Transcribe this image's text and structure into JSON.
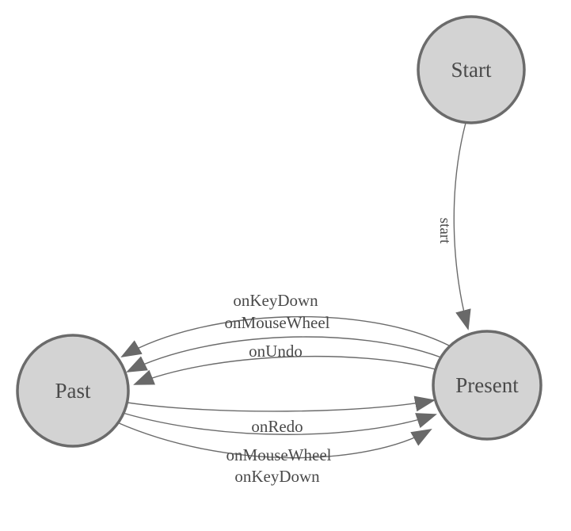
{
  "diagram": {
    "type": "state-diagram",
    "nodes": [
      {
        "id": "start",
        "label": "Start"
      },
      {
        "id": "present",
        "label": "Present"
      },
      {
        "id": "past",
        "label": "Past"
      }
    ],
    "edges": [
      {
        "from": "start",
        "to": "present",
        "label": "start"
      },
      {
        "from": "present",
        "to": "past",
        "label": "onKeyDown"
      },
      {
        "from": "present",
        "to": "past",
        "label": "onMouseWheel"
      },
      {
        "from": "present",
        "to": "past",
        "label": "onUndo"
      },
      {
        "from": "past",
        "to": "present",
        "label": "onRedo"
      },
      {
        "from": "past",
        "to": "present",
        "label": "onMouseWheel"
      },
      {
        "from": "past",
        "to": "present",
        "label": "onKeyDown"
      }
    ],
    "colors": {
      "node_fill": "#d3d3d3",
      "node_stroke": "#6b6b6b",
      "edge_stroke": "#6b6b6b",
      "arrow_fill": "#696969",
      "label_text": "#4a4a4a",
      "background": "#ffffff"
    }
  }
}
